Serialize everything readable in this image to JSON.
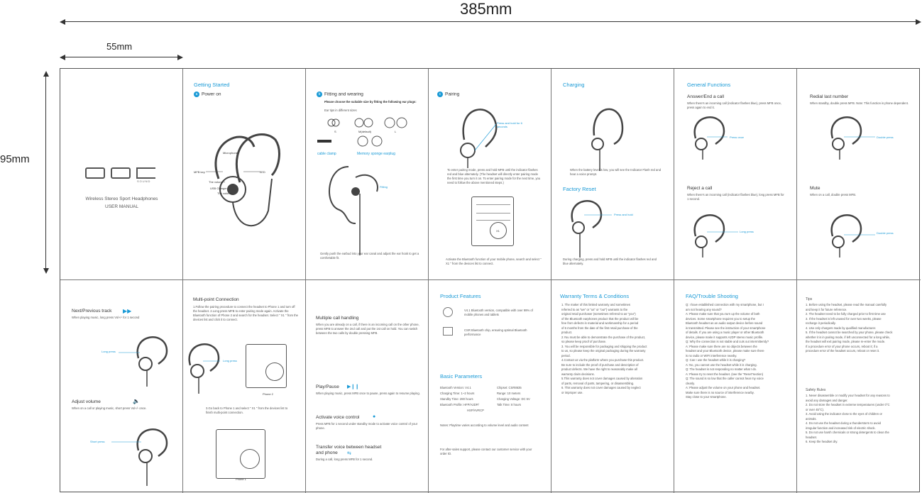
{
  "dimensions": {
    "width_total": "385mm",
    "width_panel": "55mm",
    "height_total": "95mm"
  },
  "brand": {
    "logo": "DDC",
    "sound": "SOUND",
    "title": "Wireless Stereo Sport Headphones",
    "subtitle": "USER MANUAL"
  },
  "getting_started": {
    "heading": "Getting Started",
    "step": "Power on",
    "step_no": "a",
    "labels": {
      "mfb": "MFB key",
      "mic": "Microphone",
      "led": "LED",
      "vol_up": "The volume+",
      "usb": "USB Charger",
      "vol_down": "The volume-"
    }
  },
  "fitting": {
    "heading": "Fitting and wearing",
    "step_no": "b",
    "intro1": "Please choose the suitable size by fitting the following ear plugs:",
    "intro2": "Ear tips in different sizes",
    "sizes": [
      "S",
      "M(default)",
      "L"
    ],
    "clamp": "cable clamp",
    "sponge": "Memory sponge earplug",
    "fitting": "Fitting",
    "bottom": "Gently push the earbud into your ear canal and adjust the ear hook to get a comfortable fit."
  },
  "pairing": {
    "heading": "Pairing",
    "step_no": "c",
    "press": "Press and hold for 6 seconds",
    "text1": "To enter pairing mode, press and hold MFB until the indicator flashes red and blue alternately. (The headset will directly enter pairing mode the first time you turn it on. To enter pairing mode for the next time, you need to follow the above mentioned steps.)",
    "device": "X1",
    "text2": "Activate the Bluetooth function of your mobile phone, search and select \" X1 \" from the devices list to connect."
  },
  "charging": {
    "heading": "Charging",
    "text": "When the battery level is low, you will see the Indicator Flash red and hear a voice prompt.",
    "reset_heading": "Factory Reset",
    "reset_press": "Press and hold",
    "reset_text": "During charging, press and hold MFB until the indicator flashes red and blue alternately."
  },
  "general": {
    "heading": "General Functions",
    "answer": {
      "title": "Answer/End a call",
      "text": "When there's an incoming call (indicator flashes blue), press MFB once, press again to end it.",
      "label": "Press once"
    },
    "reject": {
      "title": "Reject a call",
      "text": "When there's an incoming call (indicator flashes blue), long press MFB for 1 second.",
      "label": "Long press"
    },
    "redial": {
      "title": "Redial last number",
      "text": "When standby, double press MFB. Note: This function is phone dependent.",
      "label": "Double press"
    },
    "mute": {
      "title": "Mute",
      "text": "When on a call, double press MFB.",
      "label": "Double press"
    }
  },
  "next": {
    "title": "Next/Previous track",
    "text": "When playing music, long press Vol+/- for 1 second",
    "label": "Long press",
    "vol_title": "Adjust volume",
    "vol_text": "When on a call or playing music, short press Vol+/- once.",
    "vol_label": "Short press"
  },
  "multipoint": {
    "title": "Multi-point Connection",
    "text": "1.Follow the pairing procedure to connect the headset to Phone 1 and turn off the headset. 2.Long press MFB to enter pairing mode again. Activate the Bluetooth function of Phone 2 and search for the headset. Select \" X1 \" from the devices list and click it to connect.",
    "label": "Long press",
    "phone2": "Phone 2",
    "text3": "3.Go back to Phone 1 and select \" X1 \" from the devices list to finish multi-point connection.",
    "phone1": "Phone 1"
  },
  "calls": {
    "multi_title": "Multiple call handling",
    "multi_text": "When you are already on a call, if there is an incoming call on the other phone, press MFB to answer the 2nd call and put the 1st call on hold. You can switch between the two calls by double pressing MFB.",
    "play_title": "Play/Pause",
    "play_text": "When playing music, press MFB once to pause, press again to resume playing.",
    "voice_title": "Activate voice control",
    "voice_text": "Press MFB for 1 second under standby mode to activate voice control of your phone.",
    "transfer_title1": "Transfer voice between headset",
    "transfer_title2": "and phone",
    "transfer_text": "During a call, long press MFB for 1 second."
  },
  "features": {
    "heading": "Product Features",
    "f1": "V4.1 Bluetooth version, compatible with over 99% of mobile phones and tablets",
    "f2": "CSR Bluetooth chip, ensuring optimal Bluetooth performance",
    "params_heading": "Basic Parameters",
    "params": [
      [
        "Bluetooth Version: V4.1",
        "Chipset: CSR8635"
      ],
      [
        "Charging Time: 1~2 hours",
        "Range: 10 meters"
      ],
      [
        "Standby Time: 280 hours",
        "Charging Voltage: DC 5V"
      ],
      [
        "Bluetooth Profile: HFP/A2DP/",
        "Talk Time: 8 hours"
      ],
      [
        "HSP/AVRCP",
        ""
      ]
    ],
    "note": "Notes: Playtime varies according to volume level and audio content",
    "support": "For after-sales support, please contact our customer service with your order ID."
  },
  "warranty": {
    "heading": "Warranty Terms & Conditions",
    "items": [
      "1. The maker of this limited warranty and sometimes",
      "referred to as \"we\" or \"us\" or \"our\") warrants to the",
      "original retail purchaser (sometimes referred to as \"you\")",
      "of the Bluetooth earphones product that the product will be",
      "free from defects in material and workmanship for a period",
      "of 6 months from the date of the first retail purchase of the",
      "product.",
      "2.You must be able to demonstrate the purchase of the product,",
      "so please keep proof of purchase.",
      "3. You will be responsible for packaging and shipping the product",
      "to us, so please keep the original packaging during the warranty",
      "period.",
      "4.Contact us via the platform where you purchase this product.",
      "Be sure to include the proof of purchase and description of",
      "product defects. We have the right to reasonably make all",
      "warranty claim decisions.",
      "5.This warranty does not cover damages caused by alteration",
      "of parts, removal of parts, tampering, or disassembling.",
      "6. This warranty does not cover damages caused by neglect",
      "or improper use."
    ]
  },
  "faq": {
    "heading": "FAQ/Trouble Shooting",
    "items": [
      "Q: I have established connection with my smartphone, but I",
      "am not hearing any sound?",
      "A: Please make sure that you turn up the volume of both",
      "devices. Some smartphone requires you to setup the",
      "Bluetooth headset as an audio output device before sound",
      "is transmitted. Please see the instruction of your smartphone",
      "of details. If you are using a music player or other Bluetooth",
      "device, please make it supports A2DP stereo music profile.",
      "Q: Why the connection is not stable and cuts out intermittently?",
      "A: Please make sure there are no objects between the",
      "headset and your Bluetooth device, please make sure there",
      "is no radio or WIFI interference nearby.",
      "Q: Can I use the headset while it is charging?",
      "A: No, you cannot use the headset while it is charging.",
      "Q: The headset is not responding no matter what I do.",
      "A: Please try to reset the headset. (see the \"Reset\"section)",
      "Q: The sound is so low that the caller cannot hear my voice",
      "clearly.",
      "A: Please adjust the volume on your phone and headset.",
      "Make sure there is no source of interference nearby.",
      "Stay close to your smartphone."
    ]
  },
  "tips": {
    "heading": "Tips",
    "items": [
      "1. Before using the headset, please read the manual carefully",
      "and keep it for future reference.",
      "2. The headset need to be fully charged prior to first time use",
      "3. If the headset is left unused for over two weeks, please",
      "recharge it periodically.",
      "4. Use only chargers made by qualified manufacturer.",
      "5. If the headset cannot be searched by your phone, please check",
      "whether it is in pairing mode, if left unconnected for a long while,",
      "the headset will exit pairing mode, please re-enter the mode.",
      "If a procedure error of your phone occurs, reboot it; if a",
      "procedure error of the headset occurs, reboot or reset it."
    ],
    "safety_heading": "Safety Rules",
    "safety": [
      "1. Never disassemble or modify your headset for any reasons to",
      "avoid any damages and danger.",
      "2. Do not store the headset in extreme temperatures (under 0°C",
      "or over 45°C).",
      "3. Avoid using the indicator close to the eyes of children or",
      "animals.",
      "4. Do not use the headset during a thunderstorm to avoid",
      "irregular function and increased risk of electric shock.",
      "5. Do not use harsh chemicals or strong detergents to clean the",
      "headset.",
      "6. Keep the headset dry."
    ]
  },
  "colors": {
    "accent": "#1a9ad6",
    "line": "#555555"
  }
}
